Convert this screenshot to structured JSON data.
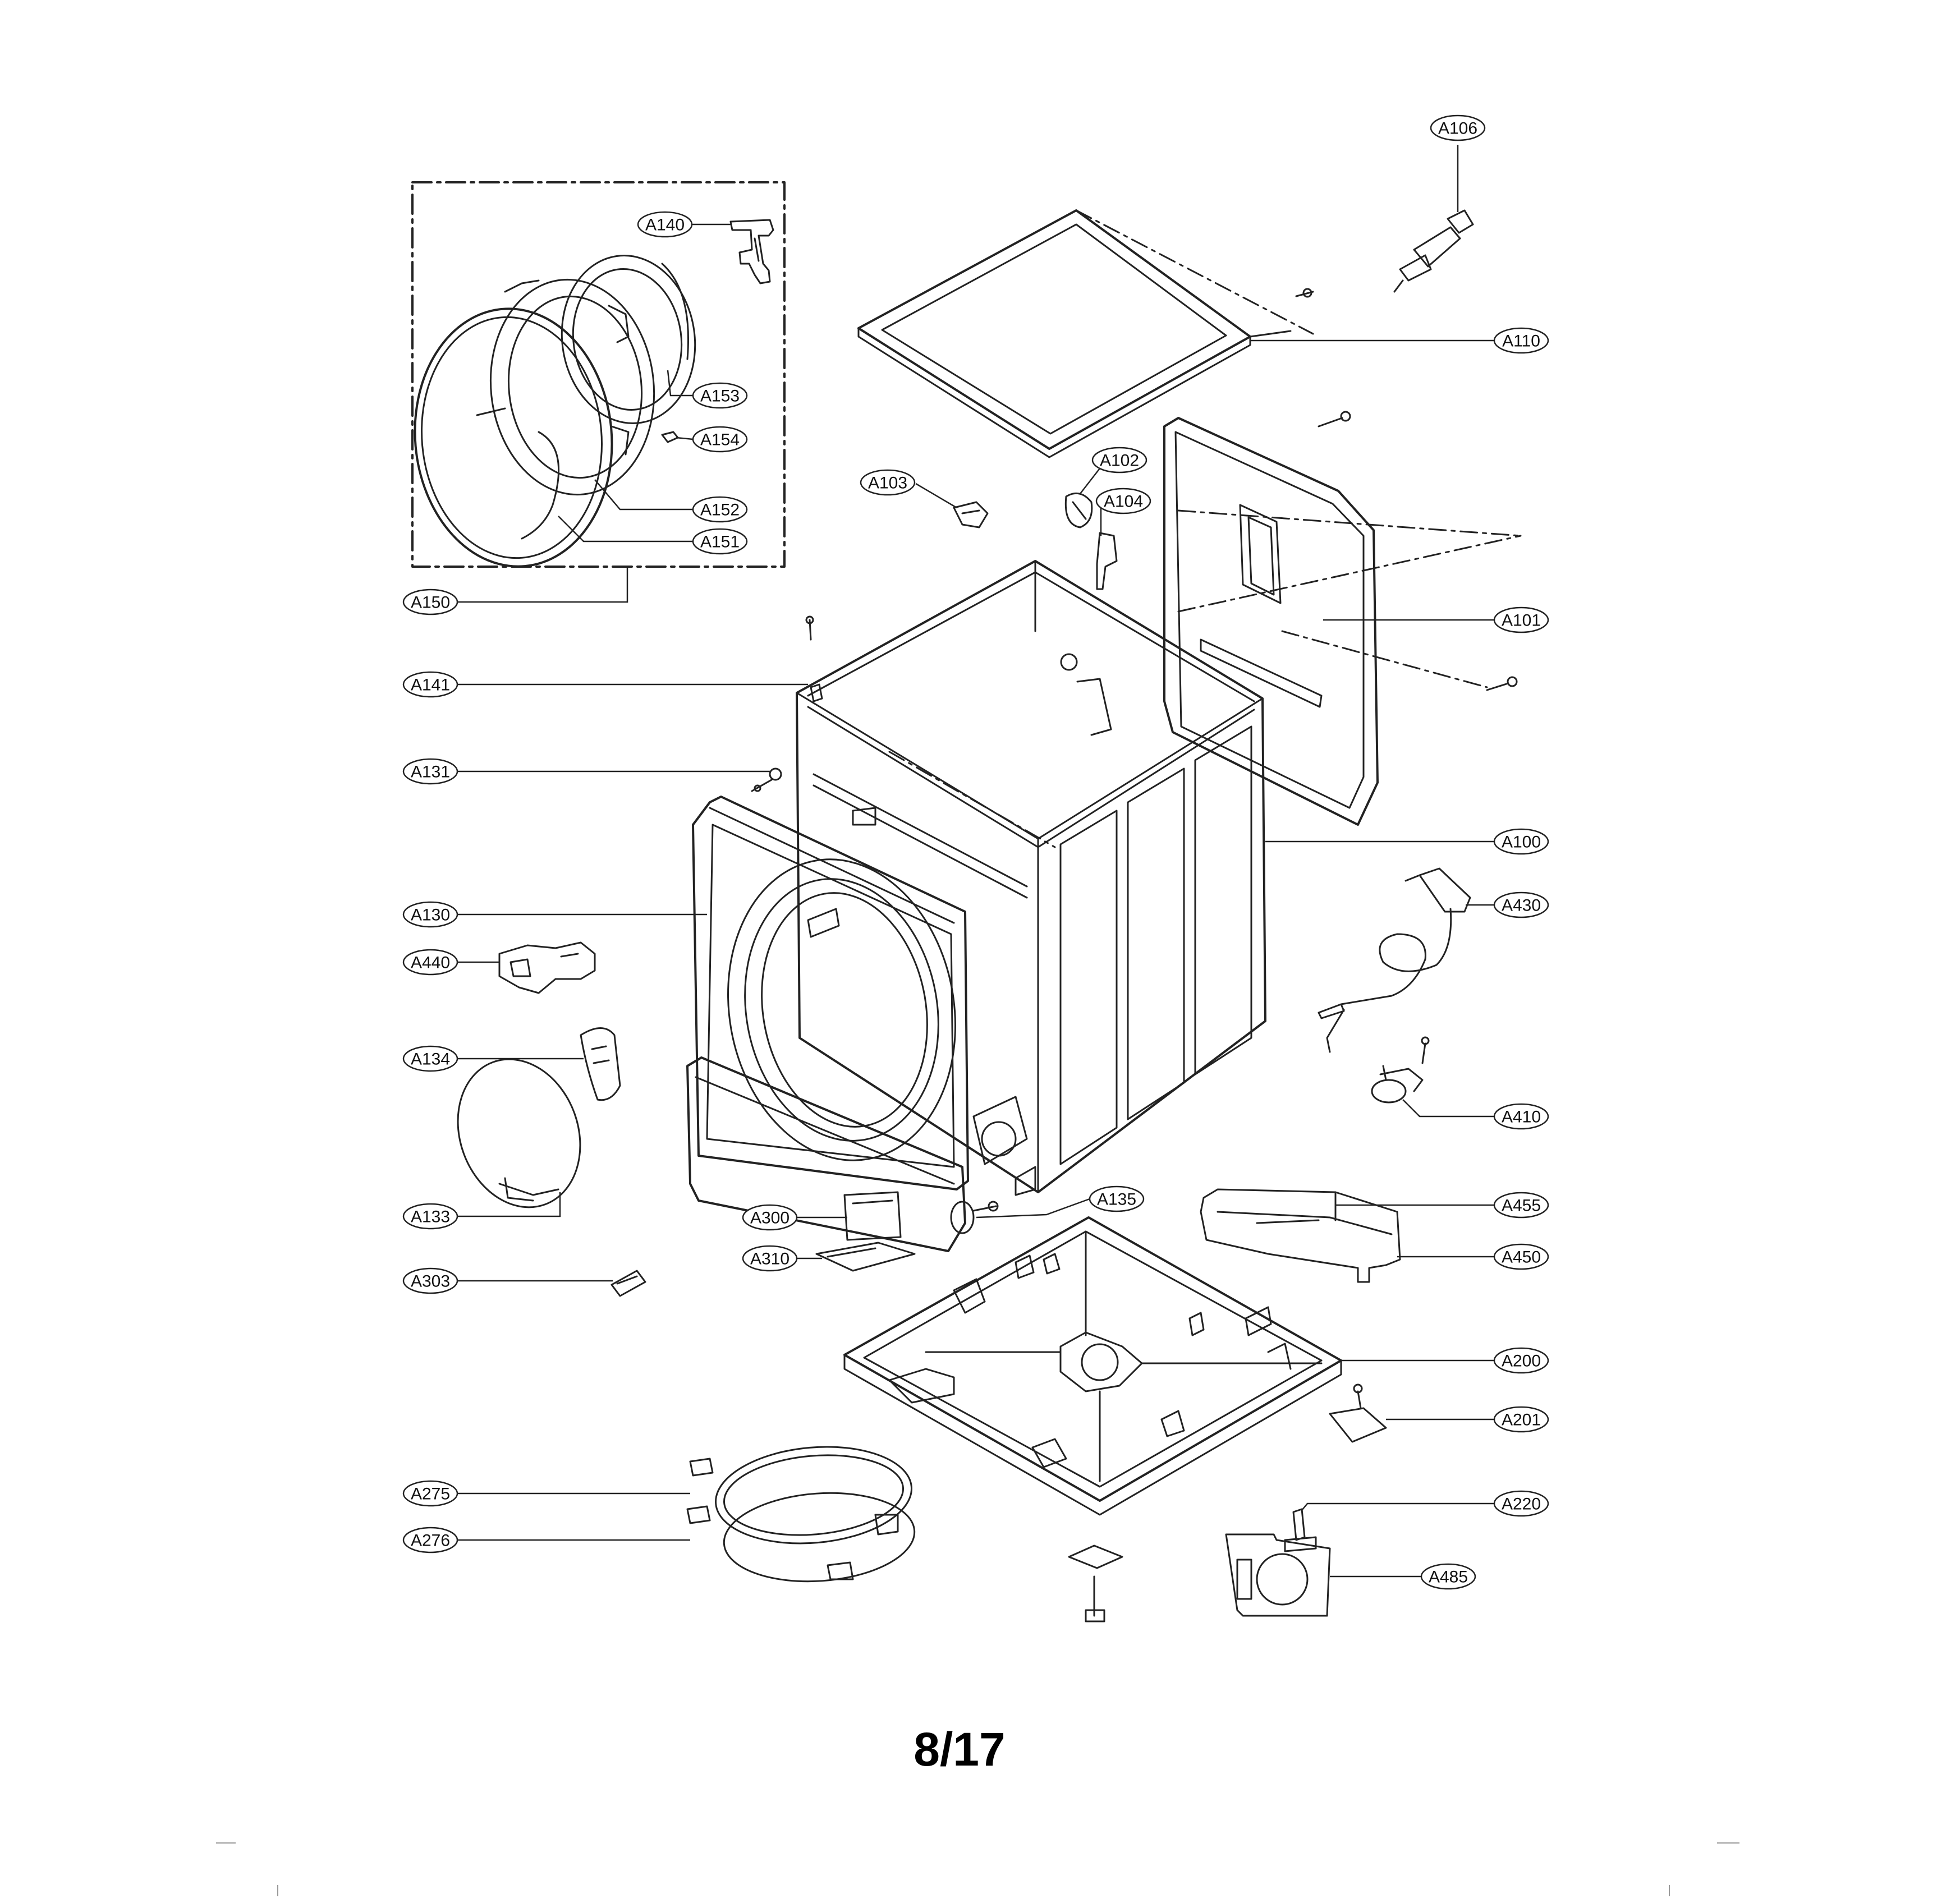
{
  "page": {
    "number": "8/17"
  },
  "callouts": [
    {
      "id": "A106",
      "label": "A106"
    },
    {
      "id": "A140",
      "label": "A140"
    },
    {
      "id": "A110",
      "label": "A110"
    },
    {
      "id": "A153",
      "label": "A153"
    },
    {
      "id": "A154",
      "label": "A154"
    },
    {
      "id": "A102",
      "label": "A102"
    },
    {
      "id": "A103",
      "label": "A103"
    },
    {
      "id": "A104",
      "label": "A104"
    },
    {
      "id": "A152",
      "label": "A152"
    },
    {
      "id": "A151",
      "label": "A151"
    },
    {
      "id": "A150",
      "label": "A150"
    },
    {
      "id": "A101",
      "label": "A101"
    },
    {
      "id": "A141",
      "label": "A141"
    },
    {
      "id": "A131",
      "label": "A131"
    },
    {
      "id": "A100",
      "label": "A100"
    },
    {
      "id": "A430",
      "label": "A430"
    },
    {
      "id": "A130",
      "label": "A130"
    },
    {
      "id": "A440",
      "label": "A440"
    },
    {
      "id": "A134",
      "label": "A134"
    },
    {
      "id": "A410",
      "label": "A410"
    },
    {
      "id": "A135",
      "label": "A135"
    },
    {
      "id": "A455",
      "label": "A455"
    },
    {
      "id": "A300",
      "label": "A300"
    },
    {
      "id": "A133",
      "label": "A133"
    },
    {
      "id": "A450",
      "label": "A450"
    },
    {
      "id": "A310",
      "label": "A310"
    },
    {
      "id": "A303",
      "label": "A303"
    },
    {
      "id": "A200",
      "label": "A200"
    },
    {
      "id": "A201",
      "label": "A201"
    },
    {
      "id": "A275",
      "label": "A275"
    },
    {
      "id": "A220",
      "label": "A220"
    },
    {
      "id": "A276",
      "label": "A276"
    },
    {
      "id": "A485",
      "label": "A485"
    }
  ]
}
